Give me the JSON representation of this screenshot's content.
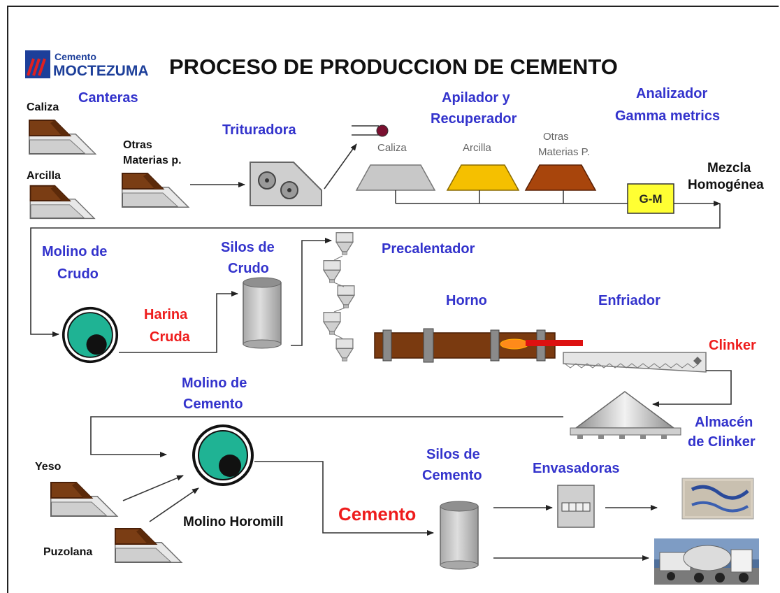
{
  "logo": {
    "line1": "Cemento",
    "line2": "MOCTEZUMA"
  },
  "title": "PROCESO DE PRODUCCION DE CEMENTO",
  "stages": {
    "canteras": "Canteras",
    "trituradora": "Trituradora",
    "apilador": [
      "Apilador y",
      "Recuperador"
    ],
    "analizador": [
      "Analizador",
      "Gamma metrics"
    ],
    "mezcla": [
      "Mezcla",
      "Homogénea"
    ],
    "molino_crudo": [
      "Molino de",
      "Crudo"
    ],
    "silos_crudo": [
      "Silos de",
      "Crudo"
    ],
    "precalentador": "Precalentador",
    "horno": "Horno",
    "enfriador": "Enfriador",
    "molino_cemento": [
      "Molino de",
      "Cemento"
    ],
    "almacen_clinker": [
      "Almacén",
      "de Clinker"
    ],
    "silos_cemento": [
      "Silos de",
      "Cemento"
    ],
    "envasadoras": "Envasadoras",
    "molino_horomill": "Molino Horomill"
  },
  "materials": {
    "caliza": "Caliza",
    "arcilla": "Arcilla",
    "otras": [
      "Otras",
      "Materias p."
    ],
    "yeso": "Yeso",
    "puzolana": "Puzolana"
  },
  "stockpiles": {
    "caliza": "Caliza",
    "arcilla": "Arcilla",
    "otras": [
      "Otras",
      "Materias P."
    ]
  },
  "products": {
    "harina": [
      "Harina",
      "Cruda"
    ],
    "clinker": "Clinker",
    "cemento": "Cemento"
  },
  "analyzer_box": "G-M",
  "colors": {
    "label_blue": "#3333cc",
    "product_red": "#ee1c1c",
    "mill_green": "#1fb394",
    "kiln_brown": "#7a3a10",
    "pile_yellow": "#f5c000",
    "analyzer_yellow": "#ffff33"
  },
  "icons": [
    "quarry-icon",
    "crusher-icon",
    "stockpile-icon",
    "mill-icon",
    "silo-icon",
    "preheater-cyclone-icon",
    "kiln-icon",
    "cooler-icon",
    "clinker-storage-icon",
    "packer-icon",
    "cement-bag-icon",
    "mixer-truck-icon"
  ]
}
